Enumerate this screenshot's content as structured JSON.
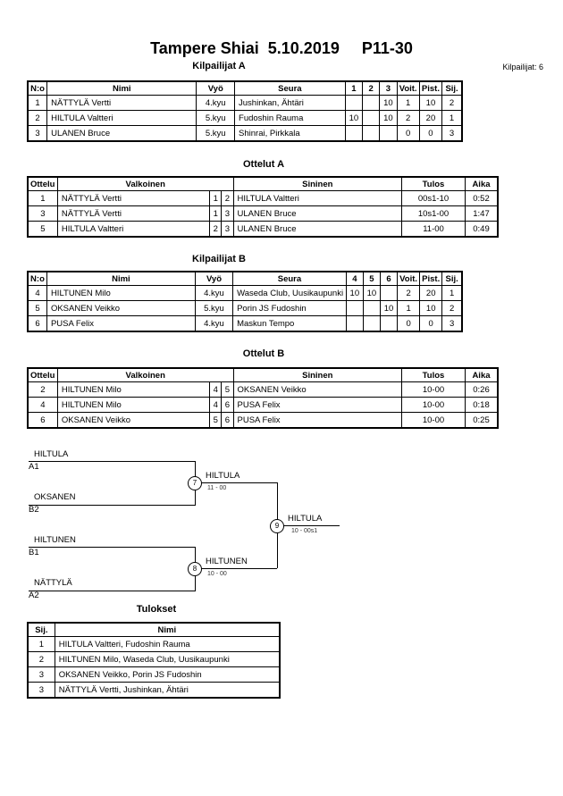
{
  "header": {
    "title": "Tampere Shiai  5.10.2019     P11-30",
    "competitors_count": "Kilpailijat: 6"
  },
  "pool_a": {
    "title": "Kilpailijat A",
    "headers": [
      "N:o",
      "Nimi",
      "Vyö",
      "Seura",
      "1",
      "2",
      "3",
      "Voit.",
      "Pist.",
      "Sij."
    ],
    "rows": [
      [
        "1",
        "NÄTTYLÄ Vertti",
        "4.kyu",
        "Jushinkan, Ähtäri",
        "",
        "",
        "10",
        "1",
        "10",
        "2"
      ],
      [
        "2",
        "HILTULA Valtteri",
        "5.kyu",
        "Fudoshin Rauma",
        "10",
        "",
        "10",
        "2",
        "20",
        "1"
      ],
      [
        "3",
        "ULANEN Bruce",
        "5.kyu",
        "Shinrai, Pirkkala",
        "",
        "",
        "",
        "0",
        "0",
        "3"
      ]
    ]
  },
  "matches_a": {
    "title": "Ottelut A",
    "headers": [
      "Ottelu",
      "Valkoinen",
      "Sininen",
      "Tulos",
      "Aika"
    ],
    "rows": [
      [
        "1",
        "NÄTTYLÄ Vertti",
        "1",
        "2",
        "HILTULA Valtteri",
        "00s1-10",
        "0:52"
      ],
      [
        "3",
        "NÄTTYLÄ Vertti",
        "1",
        "3",
        "ULANEN Bruce",
        "10s1-00",
        "1:47"
      ],
      [
        "5",
        "HILTULA Valtteri",
        "2",
        "3",
        "ULANEN Bruce",
        "11-00",
        "0:49"
      ]
    ]
  },
  "pool_b": {
    "title": "Kilpailijat B",
    "headers": [
      "N:o",
      "Nimi",
      "Vyö",
      "Seura",
      "4",
      "5",
      "6",
      "Voit.",
      "Pist.",
      "Sij."
    ],
    "rows": [
      [
        "4",
        "HILTUNEN Milo",
        "4.kyu",
        "Waseda Club, Uusikaupunki",
        "10",
        "10",
        "",
        "2",
        "20",
        "1"
      ],
      [
        "5",
        "OKSANEN Veikko",
        "5.kyu",
        "Porin JS Fudoshin",
        "",
        "",
        "10",
        "1",
        "10",
        "2"
      ],
      [
        "6",
        "PUSA Felix",
        "4.kyu",
        "Maskun Tempo",
        "",
        "",
        "",
        "0",
        "0",
        "3"
      ]
    ]
  },
  "matches_b": {
    "title": "Ottelut B",
    "headers": [
      "Ottelu",
      "Valkoinen",
      "Sininen",
      "Tulos",
      "Aika"
    ],
    "rows": [
      [
        "2",
        "HILTUNEN Milo",
        "4",
        "5",
        "OKSANEN Veikko",
        "10-00",
        "0:26"
      ],
      [
        "4",
        "HILTUNEN Milo",
        "4",
        "6",
        "PUSA Felix",
        "10-00",
        "0:18"
      ],
      [
        "6",
        "OKSANEN Veikko",
        "5",
        "6",
        "PUSA Felix",
        "10-00",
        "0:25"
      ]
    ]
  },
  "bracket": {
    "semi1": {
      "top_name": "HILTULA",
      "top_slot": "A1",
      "bottom_name": "OKSANEN",
      "bottom_slot": "B2",
      "match_no": "7",
      "winner": "HILTULA",
      "score": "11 - 00"
    },
    "semi2": {
      "top_name": "HILTUNEN",
      "top_slot": "B1",
      "bottom_name": "NÄTTYLÄ",
      "bottom_slot": "A2",
      "match_no": "8",
      "winner": "HILTUNEN",
      "score": "10 - 00"
    },
    "final": {
      "match_no": "9",
      "winner": "HILTULA",
      "score": "10 - 00s1"
    }
  },
  "results": {
    "title": "Tulokset",
    "headers": [
      "Sij.",
      "Nimi"
    ],
    "rows": [
      [
        "1",
        "HILTULA Valtteri, Fudoshin Rauma"
      ],
      [
        "2",
        "HILTUNEN Milo, Waseda Club, Uusikaupunki"
      ],
      [
        "3",
        "OKSANEN Veikko, Porin JS Fudoshin"
      ],
      [
        "3",
        "NÄTTYLÄ Vertti, Jushinkan, Ähtäri"
      ]
    ]
  }
}
